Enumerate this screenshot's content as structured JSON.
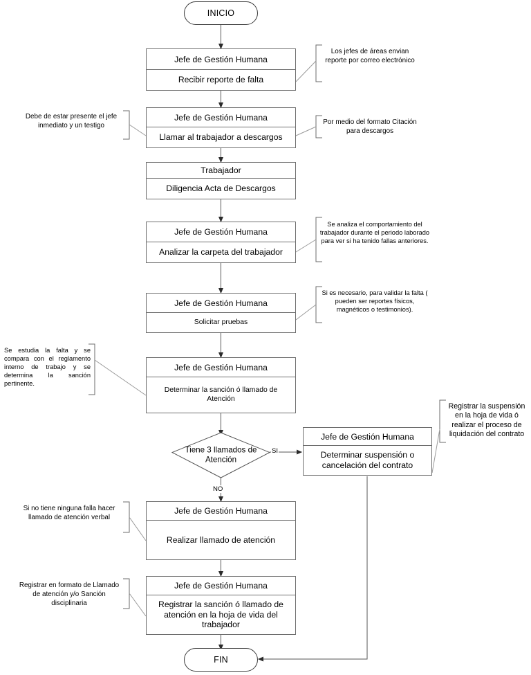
{
  "diagram": {
    "title_terminator_start": "INICIO",
    "title_terminator_end": "FIN",
    "colors": {
      "box_border": "#6e6e6e",
      "terminator_border": "#3a3a3a",
      "line": "#555555",
      "note_bracket": "#6b6b6b",
      "text": "#000000",
      "background": "#ffffff"
    },
    "nodes": [
      {
        "id": "start",
        "type": "terminator",
        "label": "INICIO"
      },
      {
        "id": "p1",
        "type": "process",
        "role": "Jefe de Gestión Humana",
        "action": "Recibir reporte de falta"
      },
      {
        "id": "p2",
        "type": "process",
        "role": "Jefe de Gestión Humana",
        "action": "Llamar al trabajador a descargos"
      },
      {
        "id": "p3",
        "type": "process",
        "role": "Trabajador",
        "action": "Diligencia Acta de Descargos"
      },
      {
        "id": "p4",
        "type": "process",
        "role": "Jefe de Gestión Humana",
        "action": "Analizar la carpeta del trabajador"
      },
      {
        "id": "p5",
        "type": "process",
        "role": "Jefe de Gestión Humana",
        "action": "Solicitar pruebas"
      },
      {
        "id": "p6",
        "type": "process",
        "role": "Jefe de Gestión Humana",
        "action": "Determinar la sanción ó llamado de Atención"
      },
      {
        "id": "d1",
        "type": "decision",
        "label": "Tiene 3 llamados de Atención"
      },
      {
        "id": "p7",
        "type": "process",
        "role": "Jefe de Gestión Humana",
        "action": "Determinar suspensión o cancelación del contrato"
      },
      {
        "id": "p8",
        "type": "process",
        "role": "Jefe de Gestión Humana",
        "action": "Realizar llamado de atención"
      },
      {
        "id": "p9",
        "type": "process",
        "role": "Jefe de Gestión Humana",
        "action": "Registrar la sanción ó llamado de atención en la hoja de vida del trabajador"
      },
      {
        "id": "end",
        "type": "terminator",
        "label": "FIN"
      }
    ],
    "edge_labels": {
      "yes": "SI",
      "no": "NO"
    },
    "notes": [
      {
        "id": "n1",
        "text": "Los jefes de áreas envian reporte por correo electrónico"
      },
      {
        "id": "n2",
        "text": "Debe de estar presente el jefe inmediato y un testigo"
      },
      {
        "id": "n3",
        "text": "Por medio del formato Citación para descargos"
      },
      {
        "id": "n4",
        "text": "Se analiza el comportamiento del trabajador durante el periodo laborado para ver si ha tenido fallas anteriores."
      },
      {
        "id": "n5",
        "text": "Si es necesario,  para validar la falta ( pueden ser reportes físicos, magnéticos o testimonios)."
      },
      {
        "id": "n6",
        "text": "Se estudia la falta y se compara con el reglamento interno de trabajo y se determina la sanción pertinente."
      },
      {
        "id": "n7",
        "text": "Registrar la suspensión en la hoja de vida ó realizar el proceso de liquidación del contrato"
      },
      {
        "id": "n8",
        "text": "Si no tiene ninguna falla hacer llamado de atención verbal"
      },
      {
        "id": "n9",
        "text": "Registrar en formato de Llamado de atención y/o Sanción disciplinaria"
      }
    ]
  }
}
